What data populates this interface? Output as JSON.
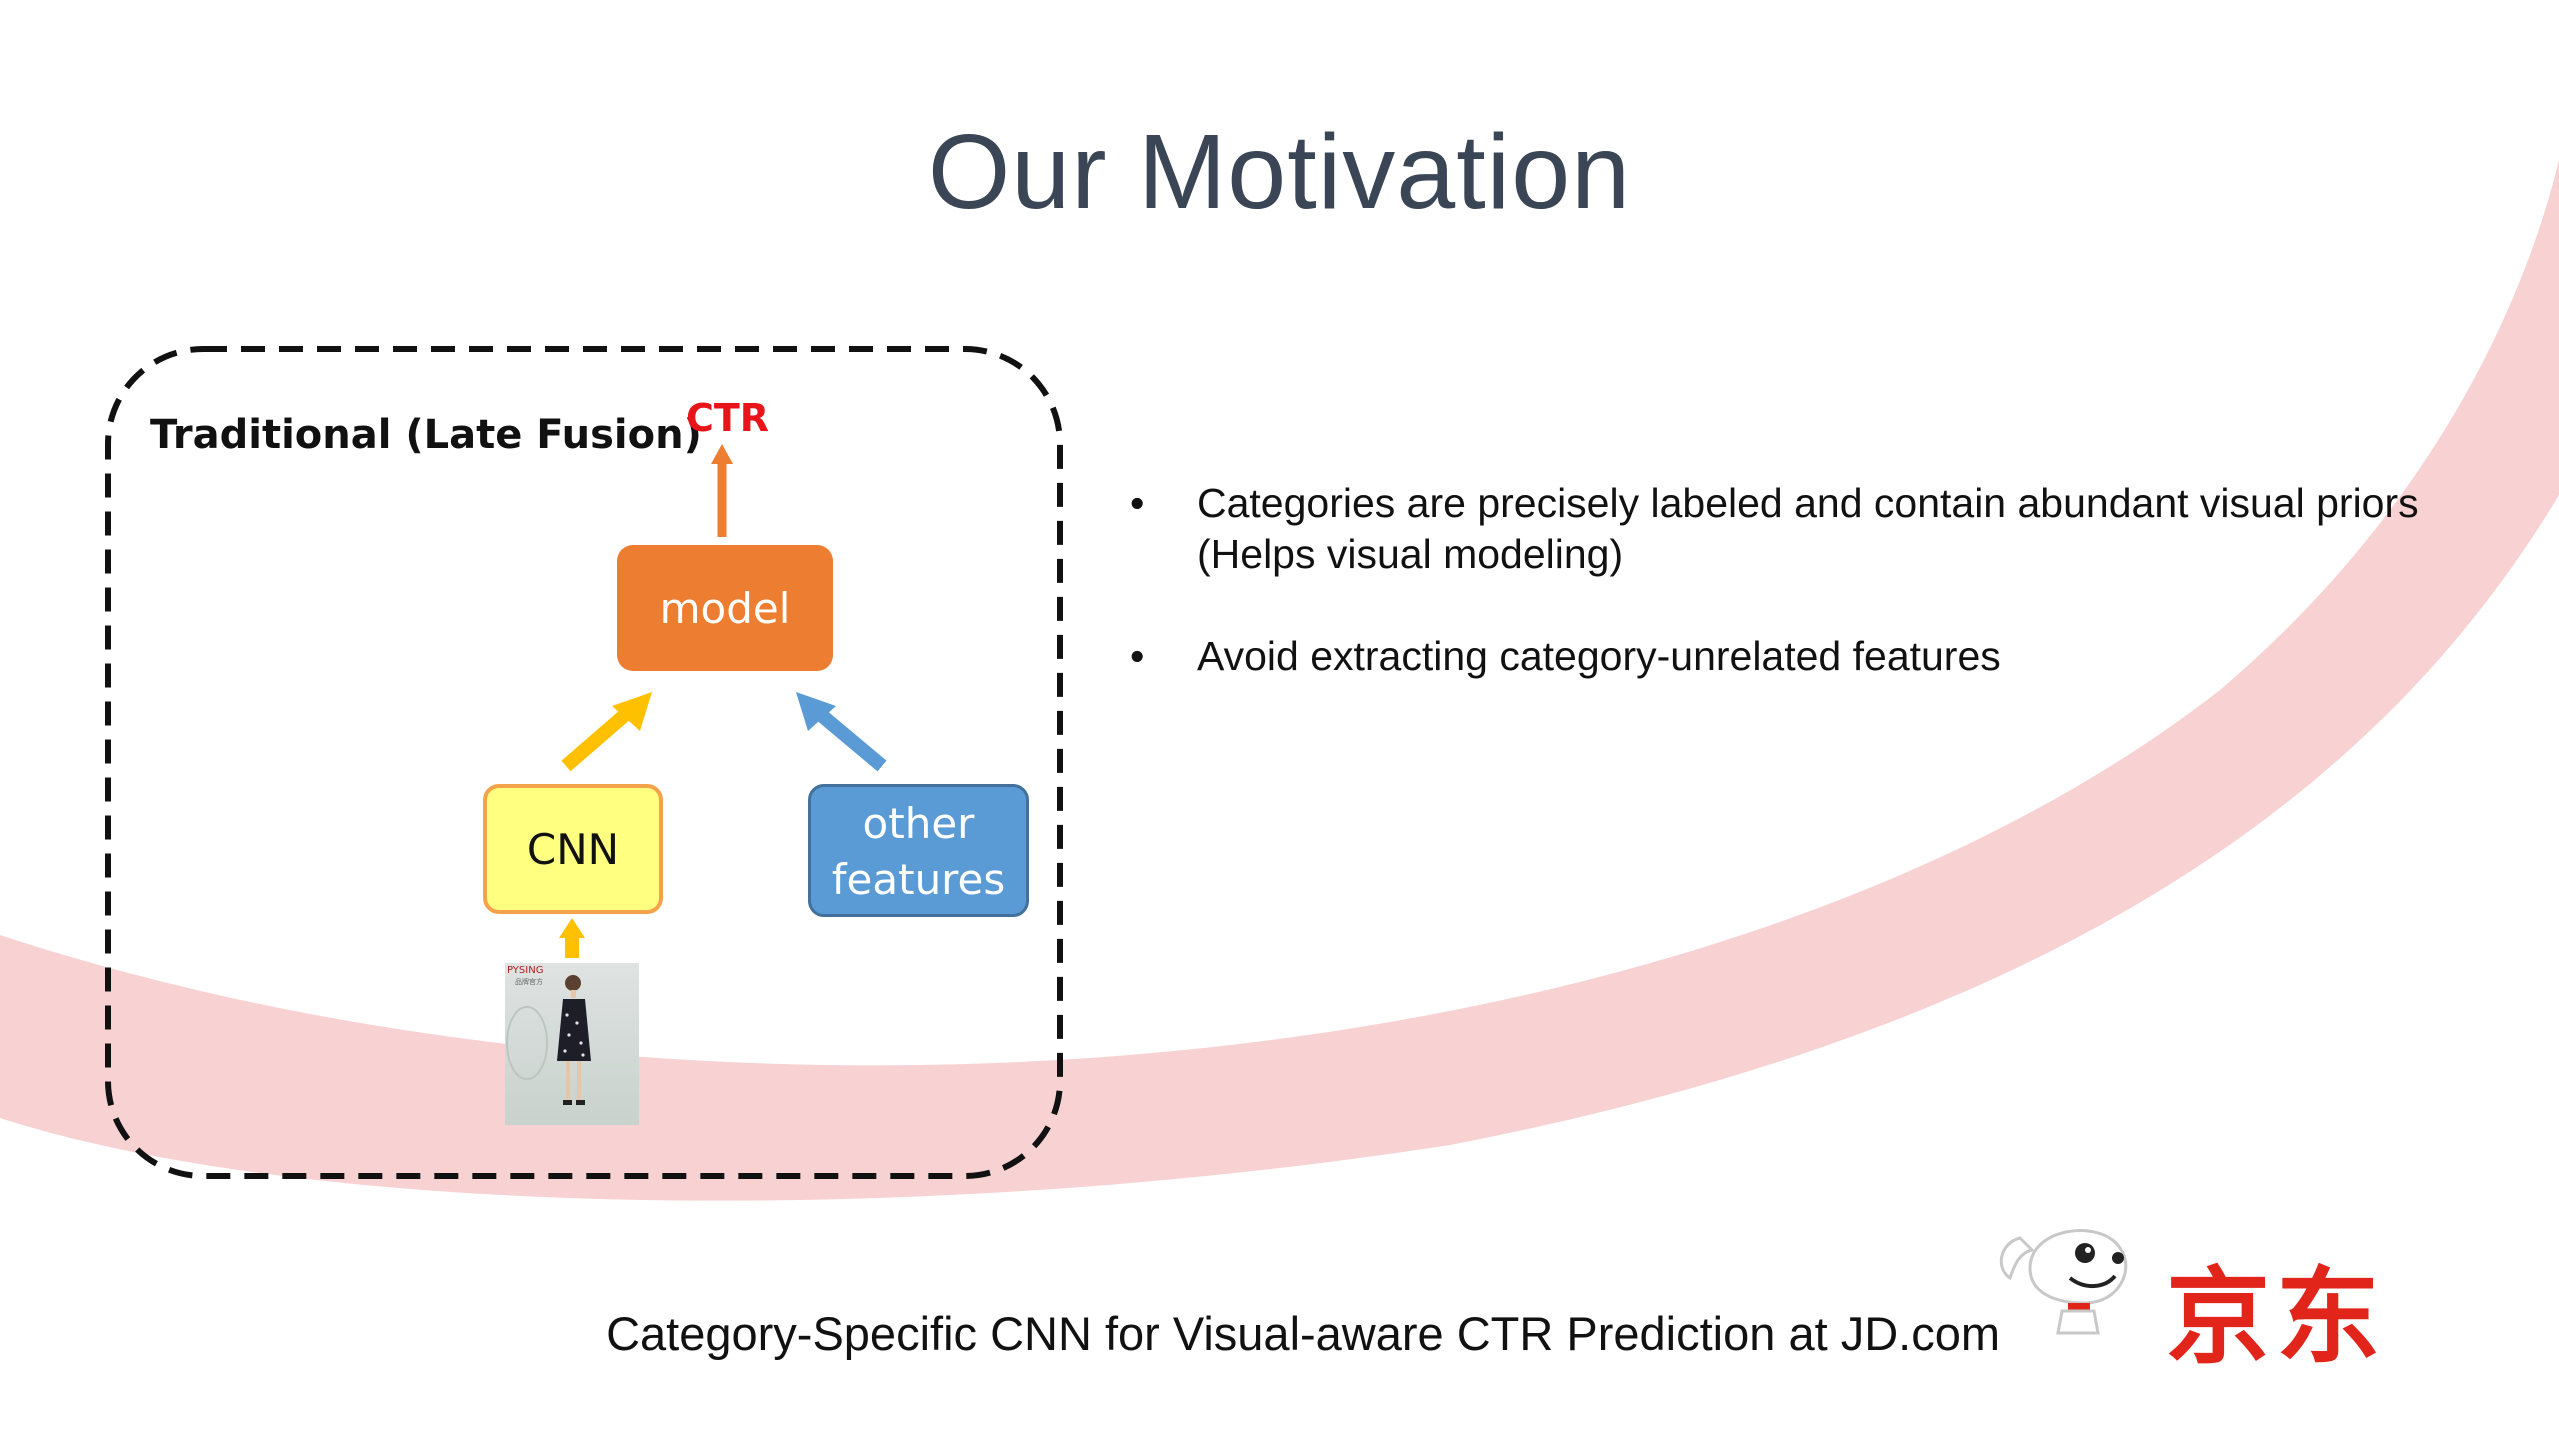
{
  "slide": {
    "title": "Our Motivation",
    "footer": "Category-Specific CNN for Visual-aware CTR Prediction at JD.com"
  },
  "diagram": {
    "heading": "Traditional (Late Fusion)",
    "output_label": "CTR",
    "model_label": "model",
    "cnn_label": "CNN",
    "other_features_line1": "other",
    "other_features_line2": "features",
    "photo_brand": "PYSING",
    "photo_brand_sub": "品牌官方"
  },
  "bullets": [
    {
      "marker": "•",
      "line1": "Categories are precisely labeled and contain abundant visual priors",
      "line2": "(Helps visual modeling)"
    },
    {
      "marker": "•",
      "line1": "Avoid extracting category-unrelated features"
    }
  ],
  "logo": {
    "text": "京东"
  },
  "colors": {
    "title": "#3a4656",
    "swoosh": "#f8d2d3",
    "ctr": "#e8141a",
    "model_box": "#ed7d31",
    "cnn_box": "#ffff80",
    "cnn_border": "#f5a34a",
    "other_box": "#5b9bd5",
    "arrow_orange": "#ed7d31",
    "arrow_yellow": "#ffc000",
    "arrow_blue": "#5b9bd5",
    "logo_red": "#e1251b"
  }
}
